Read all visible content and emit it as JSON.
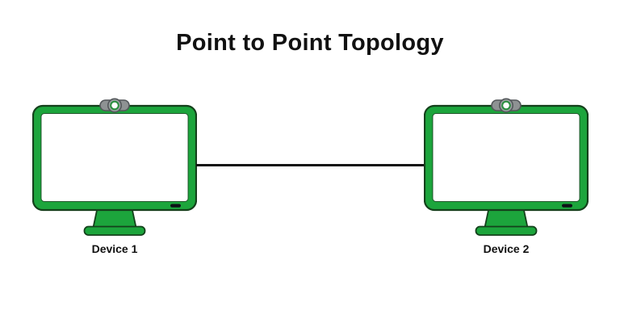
{
  "title": "Point to Point Topology",
  "diagram": {
    "devices": [
      {
        "label": "Device 1"
      },
      {
        "label": "Device 2"
      }
    ],
    "connection": {
      "style": "solid-horizontal-line"
    },
    "colors": {
      "monitor_green": "#1CA53C",
      "outline_dark": "#14401B",
      "line_black": "#111111",
      "webcam_gray": "#8E9293",
      "webcam_stroke": "#53575A",
      "lens_ring_green": "#2A8F3F",
      "screen_white": "#FFFFFF",
      "text_black": "#111111"
    }
  }
}
